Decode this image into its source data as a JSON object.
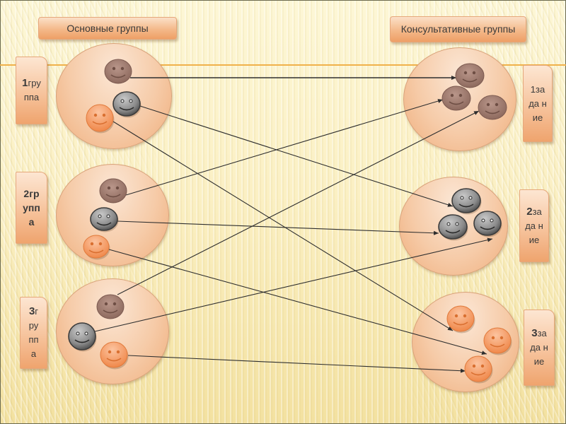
{
  "headers": {
    "left": "Основные группы",
    "right": "Консультативные группы"
  },
  "groups": [
    {
      "num": "1",
      "label": "группа",
      "pieces": [
        "гру",
        "ппа"
      ]
    },
    {
      "num": "2",
      "label": "группа",
      "pieces": [
        "гр",
        "упп",
        "а"
      ]
    },
    {
      "num": "3",
      "label": "группа",
      "pieces": [
        "г",
        "ру",
        "пп",
        "а"
      ]
    }
  ],
  "tasks": [
    {
      "num": "1",
      "label": "задание",
      "pieces": [
        "за",
        "да н",
        "ие"
      ]
    },
    {
      "num": "2",
      "label": "задание",
      "pieces": [
        "за",
        "да н",
        "ие"
      ]
    },
    {
      "num": "3",
      "label": "задание",
      "pieces": [
        "за",
        "да н",
        "ие"
      ]
    }
  ],
  "colors": {
    "brown": "#a07a6c",
    "gray": "#8a8a8a",
    "orange": "#f49a62",
    "line": "#2e2e2e",
    "accent_line": "#f0b14a"
  },
  "smileys": {
    "left": [
      [
        {
          "id": "L1a",
          "color": "brown"
        },
        {
          "id": "L1b",
          "color": "gray"
        },
        {
          "id": "L1c",
          "color": "orange"
        }
      ],
      [
        {
          "id": "L2a",
          "color": "brown"
        },
        {
          "id": "L2b",
          "color": "gray"
        },
        {
          "id": "L2c",
          "color": "orange"
        }
      ],
      [
        {
          "id": "L3a",
          "color": "brown"
        },
        {
          "id": "L3b",
          "color": "gray"
        },
        {
          "id": "L3c",
          "color": "orange"
        }
      ]
    ],
    "right": [
      [
        {
          "id": "R1a",
          "color": "brown"
        },
        {
          "id": "R1b",
          "color": "brown"
        },
        {
          "id": "R1c",
          "color": "brown"
        }
      ],
      [
        {
          "id": "R2a",
          "color": "gray"
        },
        {
          "id": "R2b",
          "color": "gray"
        },
        {
          "id": "R2c",
          "color": "gray"
        }
      ],
      [
        {
          "id": "R3a",
          "color": "orange"
        },
        {
          "id": "R3b",
          "color": "orange"
        },
        {
          "id": "R3c",
          "color": "orange"
        }
      ]
    ]
  },
  "connections": [
    {
      "from": "L1a",
      "to": "R1a"
    },
    {
      "from": "L1b",
      "to": "R2a"
    },
    {
      "from": "L1c",
      "to": "R3a"
    },
    {
      "from": "L2a",
      "to": "R1b"
    },
    {
      "from": "L2b",
      "to": "R2b"
    },
    {
      "from": "L2c",
      "to": "R3b"
    },
    {
      "from": "L3a",
      "to": "R1c"
    },
    {
      "from": "L3b",
      "to": "R2c"
    },
    {
      "from": "L3c",
      "to": "R3c"
    }
  ]
}
